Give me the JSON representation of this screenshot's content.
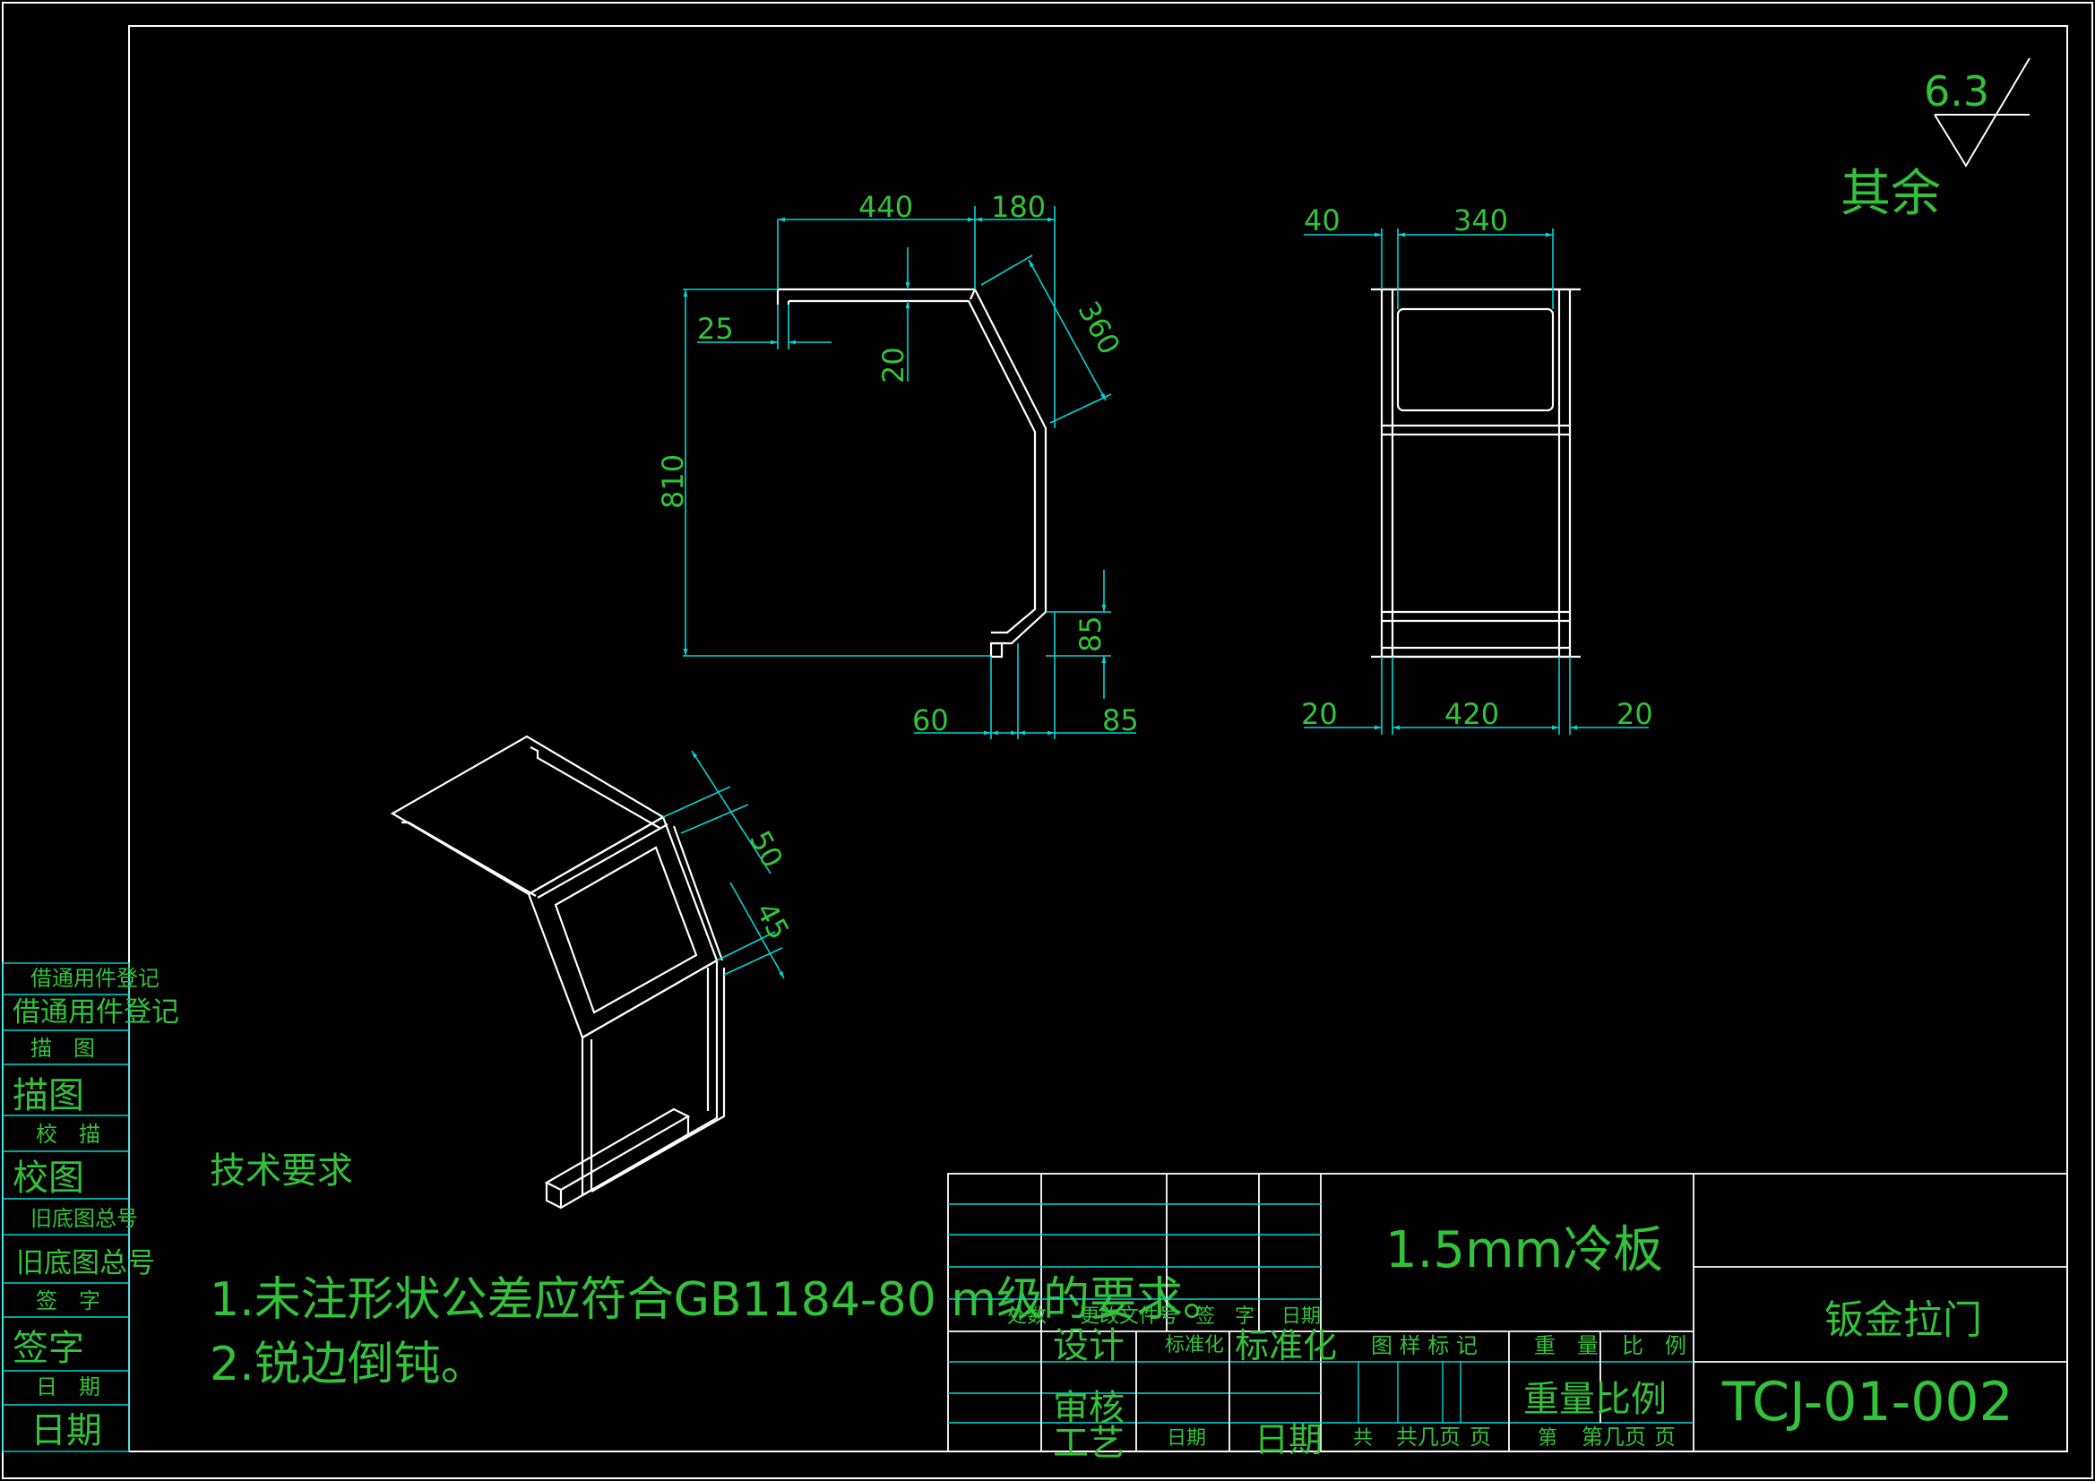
{
  "roughness": {
    "value": "6.3",
    "note": "其余"
  },
  "front_view": {
    "dims": {
      "top_a": "440",
      "top_b": "180",
      "slant": "360",
      "flange": "25",
      "thickness": "20",
      "height": "810",
      "bottom_h": "85",
      "bottom_a": "60",
      "bottom_b": "85"
    }
  },
  "side_view": {
    "dims": {
      "top_a": "40",
      "top_b": "340",
      "bot_l": "20",
      "bot_m": "420",
      "bot_r": "20"
    }
  },
  "iso_view": {
    "dims": {
      "d1": "50",
      "d2": "45"
    }
  },
  "tech_req": {
    "title": "技术要求",
    "items": [
      "1.未注形状公差应符合GB1184-80  m级的要求。",
      "2.锐边倒钝。"
    ]
  },
  "left_strip": {
    "rows": [
      {
        "small": "借通用件登记",
        "large": "借通用件登记"
      },
      {
        "small": "描　图",
        "large": "描图"
      },
      {
        "small": "校　描",
        "large": "校图"
      },
      {
        "small": "旧底图总号",
        "large": "旧底图总号"
      },
      {
        "small": "签　字",
        "large": "签字"
      },
      {
        "small": "日　期",
        "large": "日期"
      }
    ]
  },
  "title_block": {
    "material": "1.5mm冷板",
    "part_name": "钣金拉门",
    "drawing_no": "TCJ-01-002",
    "rev_header": [
      "处数",
      "更改文件号",
      "签　字",
      "日期"
    ],
    "design": "设计",
    "std_small": "标准化",
    "std_large": "标准化",
    "sample_mark": "图 样 标 记",
    "weight": "重　量",
    "scale": "比　例",
    "weight_scale_large": "重量比例",
    "review": "审核",
    "process": "工艺",
    "date_small": "日期",
    "date_large": "日期",
    "total_small": "共",
    "total_pages": "共几页",
    "page_unit": "页",
    "nth_small": "第",
    "nth_page": "第几页",
    "page_unit2": "页"
  }
}
